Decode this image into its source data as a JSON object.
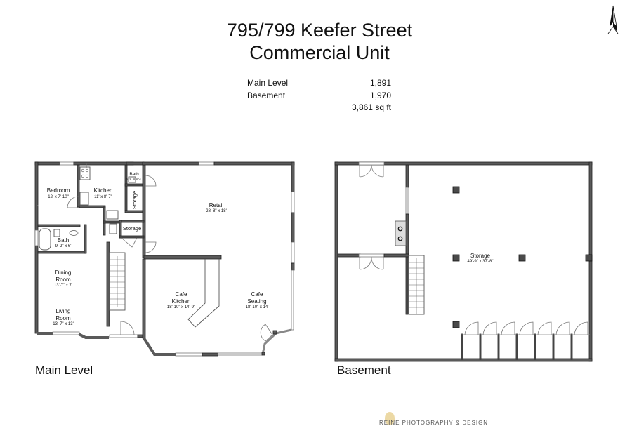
{
  "header": {
    "title_line1": "795/799 Keefer Street",
    "title_line2": "Commercial Unit"
  },
  "area_summary": [
    {
      "label": "Main Level",
      "value": "1,891"
    },
    {
      "label": "Basement",
      "value": "1,970"
    },
    {
      "label": "",
      "value": "3,861 sq ft"
    }
  ],
  "compass": {
    "icon": "north-arrow-icon"
  },
  "main_level": {
    "label": "Main Level",
    "rooms": [
      {
        "name": "Bedroom",
        "dims": "12' x 7'-10\""
      },
      {
        "name": "Kitchen",
        "dims": "11' x 8'-7\""
      },
      {
        "name": "Bath",
        "dims": "4'-5\" x 5'-2\""
      },
      {
        "name": "Storage",
        "dims": ""
      },
      {
        "name": "Storage",
        "dims": ""
      },
      {
        "name": "Bath",
        "dims": "9'-2\" x 6'"
      },
      {
        "name": "Dining Room",
        "line1": "Dining",
        "line2": "Room",
        "dims": "13'-7\" x 7'"
      },
      {
        "name": "Living Room",
        "line1": "Living",
        "line2": "Room",
        "dims": "13'-7\" x 13'"
      },
      {
        "name": "Retail",
        "dims": "28'-8\" x 18'"
      },
      {
        "name": "Cafe Kitchen",
        "line1": "Cafe",
        "line2": "Kitchen",
        "dims": "18'-10\" x 14'-9\""
      },
      {
        "name": "Cafe Seating",
        "line1": "Cafe",
        "line2": "Seating",
        "dims": "18'-10\" x 14'"
      }
    ]
  },
  "basement": {
    "label": "Basement",
    "rooms": [
      {
        "name": "Storage",
        "dims": "49'-9\" x 37'-8\""
      }
    ]
  },
  "footer": {
    "text": "REINE PHOTOGRAPHY & DESIGN"
  }
}
